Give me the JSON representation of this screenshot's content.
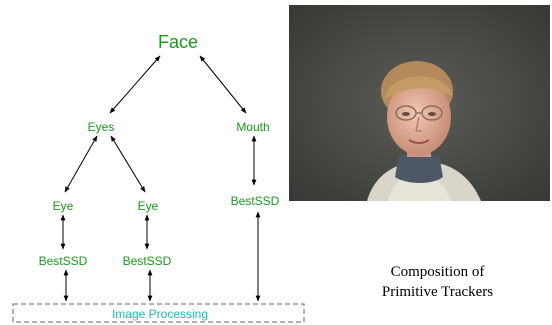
{
  "diagram": {
    "nodes": {
      "face": "Face",
      "eyes": "Eyes",
      "mouth": "Mouth",
      "eye_left": "Eye",
      "eye_right": "Eye",
      "ssd_mouth": "BestSSD",
      "ssd_left": "BestSSD",
      "ssd_right": "BestSSD",
      "image_processing": "Image Processing"
    },
    "colors": {
      "node_text": "#1a9a1a",
      "image_processing_text": "#20b8b8",
      "arrows": "#000000"
    }
  },
  "photo": {
    "subject": "video-frame-of-person-face",
    "background_color": "#4a4a46"
  },
  "caption": {
    "line1": "Composition of",
    "line2": "Primitive Trackers"
  }
}
